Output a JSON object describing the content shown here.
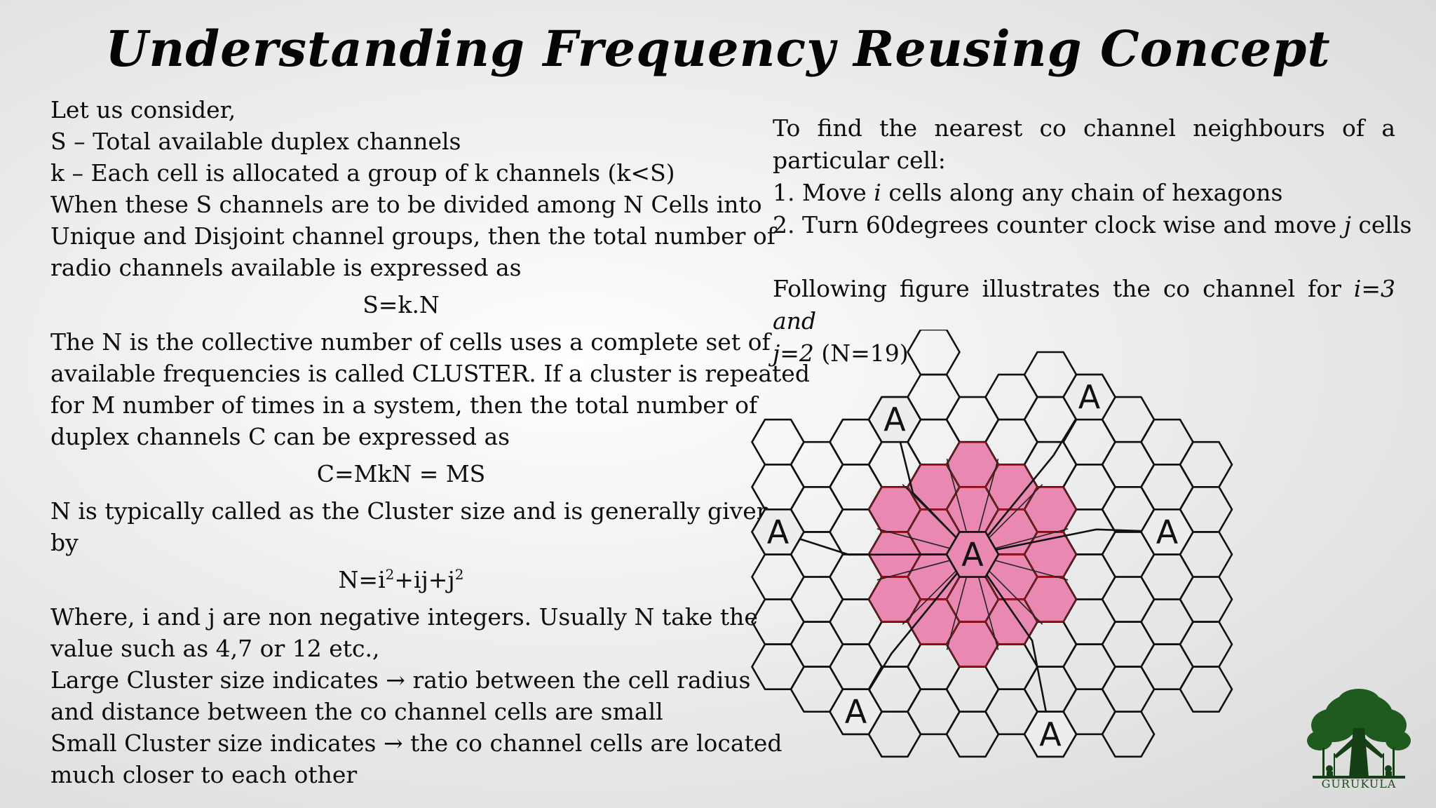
{
  "slide": {
    "title": "Understanding Frequency Reusing Concept",
    "left": {
      "intro_lines": [
        "Let us consider,",
        "S – Total available duplex channels",
        "k – Each cell is allocated a group of k channels (k<S)",
        "When these S channels are to be divided among N Cells into",
        "Unique and Disjoint channel groups, then the total number of",
        "radio channels available is expressed as"
      ],
      "formula1": "S=k.N",
      "cluster_lines": [
        "The N is the collective number of cells uses a complete set of",
        "available frequencies is called CLUSTER. If a cluster is repeated",
        "for M number of times in a system, then the total number of",
        "duplex channels C can be expressed as"
      ],
      "formula2": "C=MkN = MS",
      "size_lines": [
        "N is typically called as the Cluster size and is generally given",
        "by"
      ],
      "formula3": {
        "p1": "N=i",
        "sup1": "2",
        "p2": "+ij+j",
        "sup2": "2"
      },
      "where_lines": [
        "Where, i and j are non negative integers. Usually N take the",
        "value such as 4,7 or 12 etc.,",
        "Large Cluster size indicates → ratio between the cell radius",
        "and distance between the co channel cells are small",
        "Small Cluster size indicates → the co channel cells are located",
        "much closer to each other"
      ]
    },
    "right": {
      "intro": "To find the nearest co channel neighbours of a particular cell:",
      "step1": {
        "pre": "1. Move ",
        "var": "i",
        "post": " cells along any chain of hexagons"
      },
      "step2": {
        "pre": "2. Turn 60degrees counter clock wise and move ",
        "var": "j",
        "post": " cells"
      },
      "caption": {
        "pre": "Following figure illustrates the co channel for ",
        "italic1": "i=3 and",
        "italic2": "j=2",
        "post": " (N=19)"
      }
    },
    "figure": {
      "cell_label": "A",
      "cluster_fill": "#e989b2",
      "cluster_border": "#cc1b1b"
    },
    "logo": {
      "text": "GURUKULA"
    }
  }
}
